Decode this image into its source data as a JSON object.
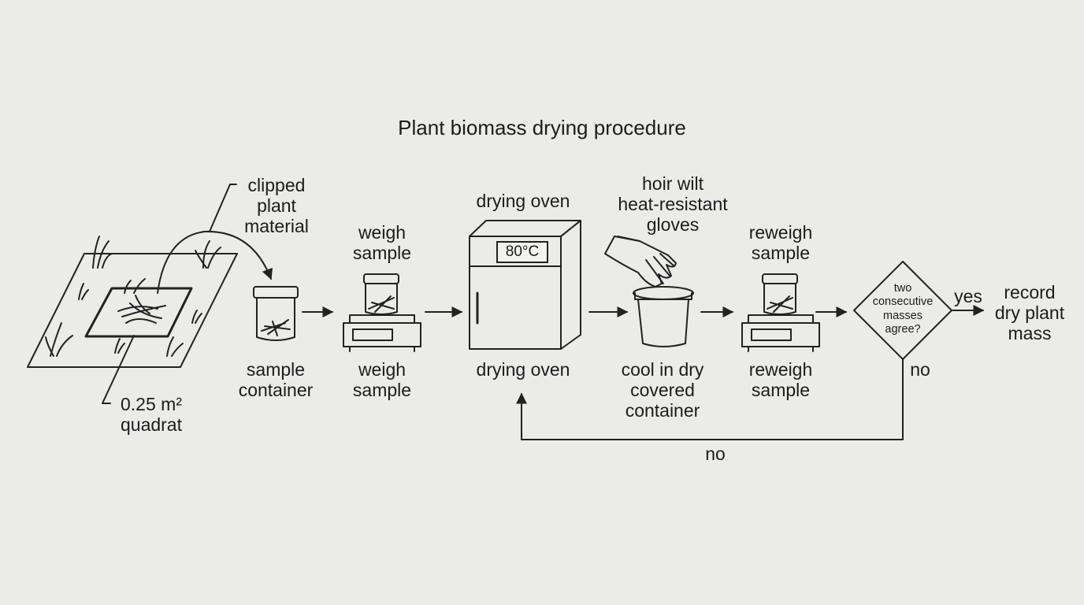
{
  "title": "Plant biomass drying procedure",
  "labels": {
    "clipped_plant_material": "clipped\nplant\nmaterial",
    "quadrat": "0.25 m²\nquadrat",
    "sample_container": "sample\ncontainer",
    "weigh_sample_top": "weigh\nsample",
    "weigh_sample_bottom": "weigh\nsample",
    "drying_oven_top": "drying oven",
    "drying_oven_bottom": "drying oven",
    "oven_temperature": "80°C",
    "gloves_note": "hoir wilt\nheat-resistant\ngloves",
    "cool_container": "cool in dry\ncovered\ncontainer",
    "reweigh_top": "reweigh\nsample",
    "reweigh_bottom": "reweigh\nsample",
    "decision": "two\nconsecutive\nmasses\nagree?",
    "yes": "yes",
    "no_side": "no",
    "no_loop": "no",
    "record": "record\ndry plant\nmass"
  },
  "icons": [
    "quadrat-field-icon",
    "sample-jar-icon",
    "scale-icon",
    "drying-oven-icon",
    "glove-icon",
    "cooling-bucket-icon",
    "decision-diamond-icon"
  ],
  "colors": {
    "background": "#ebebea",
    "ink": "#1c1c1c"
  }
}
